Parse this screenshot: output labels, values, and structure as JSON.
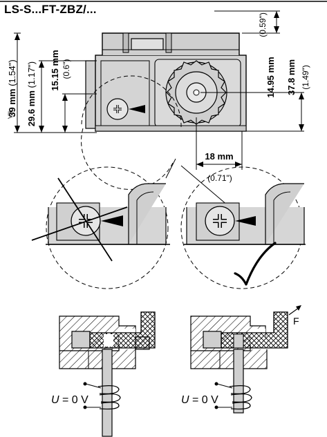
{
  "title": "LS-S...FT-ZBZ/...",
  "dimensions": {
    "total_height_mm": "39 mm",
    "total_height_in": "(1.54\")",
    "roman": "VII",
    "height2_mm": "29.6 mm",
    "height2_in": "(1.17\")",
    "height3_mm": "15.15 mm",
    "height3_in": "(0.6\")",
    "top_offset_in": "(0.59\")",
    "top_offset_mm": "14.95 mm",
    "right_height_mm": "37.8 mm",
    "right_height_in": "(1.49\")",
    "width_mm": "18 mm",
    "width_in": "(0.71\")"
  },
  "solenoid": {
    "left_label_italic": "U",
    "left_label_rest": " = 0 V",
    "right_label_italic": "U",
    "right_label_rest": " = 0 V",
    "force": "F"
  }
}
